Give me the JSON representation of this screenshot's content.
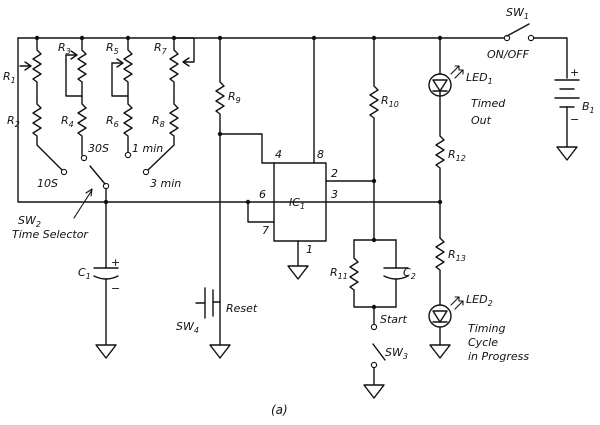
{
  "components": {
    "R1": {
      "letter": "R",
      "sub": "1"
    },
    "R2": {
      "letter": "R",
      "sub": "2"
    },
    "R3": {
      "letter": "R",
      "sub": "3"
    },
    "R4": {
      "letter": "R",
      "sub": "4"
    },
    "R5": {
      "letter": "R",
      "sub": "5"
    },
    "R6": {
      "letter": "R",
      "sub": "6"
    },
    "R7": {
      "letter": "R",
      "sub": "7"
    },
    "R8": {
      "letter": "R",
      "sub": "8"
    },
    "R9": {
      "letter": "R",
      "sub": "9"
    },
    "R10": {
      "letter": "R",
      "sub": "10"
    },
    "R11": {
      "letter": "R",
      "sub": "11"
    },
    "R12": {
      "letter": "R",
      "sub": "12"
    },
    "R13": {
      "letter": "R",
      "sub": "13"
    },
    "C1": {
      "letter": "C",
      "sub": "1"
    },
    "C2": {
      "letter": "C",
      "sub": "2"
    },
    "IC1": {
      "letter": "IC",
      "sub": "1"
    },
    "SW1": {
      "letter": "SW",
      "sub": "1"
    },
    "SW2": {
      "letter": "SW",
      "sub": "2"
    },
    "SW3": {
      "letter": "SW",
      "sub": "3"
    },
    "SW4": {
      "letter": "SW",
      "sub": "4"
    },
    "LED1": {
      "letter": "LED",
      "sub": "1"
    },
    "LED2": {
      "letter": "LED",
      "sub": "2"
    },
    "B1": {
      "letter": "B",
      "sub": "1"
    }
  },
  "labels": {
    "on_off": "ON/OFF",
    "timed": "Timed",
    "out": "Out",
    "time_selector": "Time Selector",
    "t10s": "10S",
    "t30s": "30S",
    "t1min": "1 min",
    "t3min": "3 min",
    "reset": "Reset",
    "start": "Start",
    "timing": "Timing",
    "cycle": "Cycle",
    "in_progress": "in Progress",
    "plus": "+",
    "minus": "−",
    "caption": "(a)"
  },
  "pins": {
    "p1": "1",
    "p2": "2",
    "p3": "3",
    "p4": "4",
    "p6": "6",
    "p7": "7",
    "p8": "8"
  }
}
